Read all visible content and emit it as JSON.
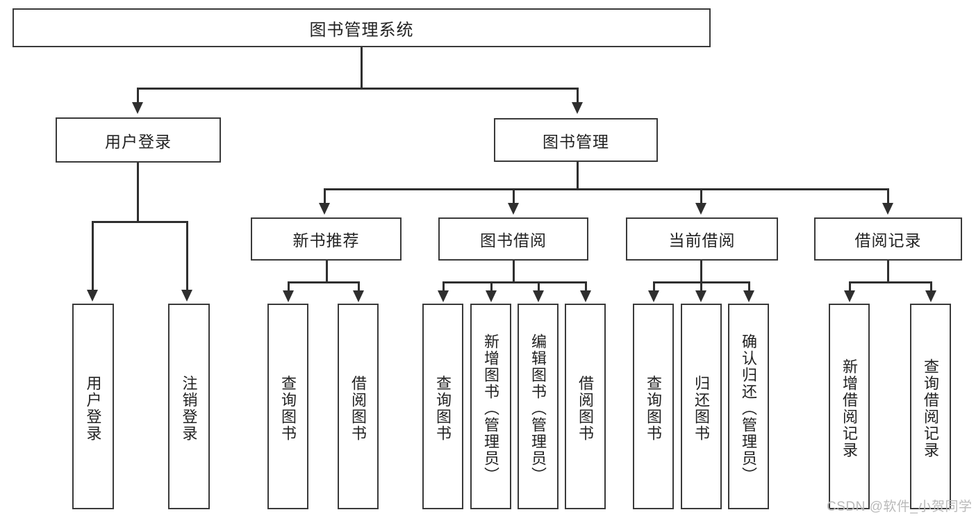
{
  "diagram": {
    "title_node": {
      "label": "图书管理系统"
    },
    "level2": [
      {
        "id": "user-login",
        "label": "用户登录"
      },
      {
        "id": "book-management",
        "label": "图书管理"
      }
    ],
    "level3": [
      {
        "id": "new-book-recommend",
        "label": "新书推荐"
      },
      {
        "id": "book-borrow",
        "label": "图书借阅"
      },
      {
        "id": "current-borrow",
        "label": "当前借阅"
      },
      {
        "id": "borrow-record",
        "label": "借阅记录"
      }
    ],
    "leaves": {
      "user_login": [
        {
          "id": "leaf-user-login",
          "label": "用户登录"
        },
        {
          "id": "leaf-logout-login",
          "label": "注销登录"
        }
      ],
      "new_book_recommend": [
        {
          "id": "leaf-query-book-1",
          "label": "查询图书"
        },
        {
          "id": "leaf-borrow-book-1",
          "label": "借阅图书"
        }
      ],
      "book_borrow": [
        {
          "id": "leaf-query-book-2",
          "label": "查询图书"
        },
        {
          "id": "leaf-add-book",
          "label": "新增图书（管理员）"
        },
        {
          "id": "leaf-edit-book",
          "label": "编辑图书（管理员）"
        },
        {
          "id": "leaf-borrow-book-2",
          "label": "借阅图书"
        }
      ],
      "current_borrow": [
        {
          "id": "leaf-query-book-3",
          "label": "查询图书"
        },
        {
          "id": "leaf-return-book",
          "label": "归还图书"
        },
        {
          "id": "leaf-confirm-return",
          "label": "确认归还（管理员）"
        }
      ],
      "borrow_record": [
        {
          "id": "leaf-add-record",
          "label": "新增借阅记录"
        },
        {
          "id": "leaf-query-record",
          "label": "查询借阅记录"
        }
      ]
    }
  },
  "watermark": {
    "text": "CSDN @软件_小贺同学"
  },
  "colors": {
    "box_border": "#3a3a3a",
    "line": "#2f2f2f",
    "background": "#ffffff",
    "watermark": "#b9b9b9"
  }
}
